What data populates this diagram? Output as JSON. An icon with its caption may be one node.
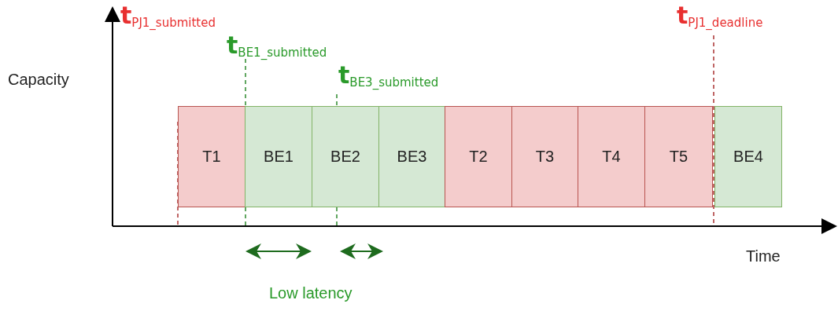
{
  "diagram": {
    "nodes": [
      {
        "text": [
          "T1"
        ]
      },
      {
        "text": [
          "BE1"
        ]
      },
      {
        "text": [
          "BE2"
        ]
      },
      {
        "text": [
          "BE3"
        ]
      },
      {
        "text": [
          "T2"
        ]
      },
      {
        "text": [
          "T3"
        ]
      },
      {
        "text": [
          "T4"
        ]
      },
      {
        "text": [
          "T5"
        ]
      },
      {
        "text": [
          "BE4"
        ]
      }
    ],
    "edges": [],
    "labels": [
      "t$_{PJ1_submitted}$",
      "t$_{PJ1_deadline}$",
      "t$_{BE1_submitted}$",
      "Capacity",
      "t$_{BE3_submitted}$",
      "Time",
      "Low latency"
    ]
  }
}
